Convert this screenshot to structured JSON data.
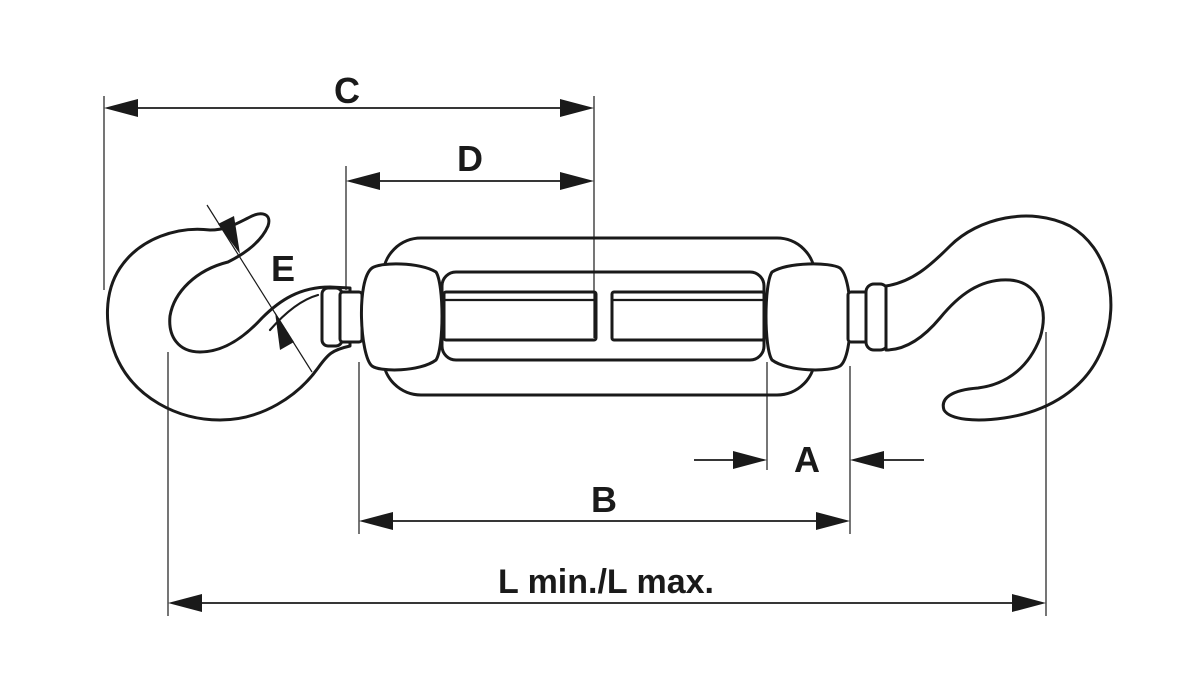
{
  "labels": {
    "c": "C",
    "d": "D",
    "e": "E",
    "a": "A",
    "b": "B",
    "l": "L min./L max."
  },
  "colors": {
    "line": "#1a1a1a",
    "background": "#ffffff"
  }
}
